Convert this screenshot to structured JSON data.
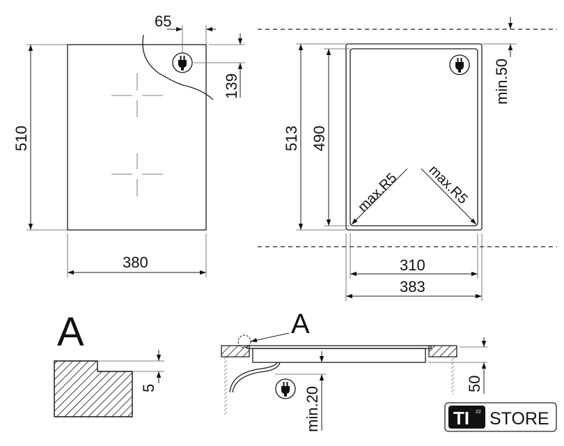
{
  "dimensions": {
    "d65": "65",
    "d139": "139",
    "d510": "510",
    "d380": "380",
    "d513": "513",
    "d490": "490",
    "min50": "min.50",
    "maxR5_left": "max.R5",
    "maxR5_right": "max.R5",
    "d310": "310",
    "d383": "383",
    "detail_label": "A",
    "d5": "5",
    "section_label": "A",
    "min20": "min.20",
    "d50": "50"
  },
  "logo": {
    "mark": "TI",
    "superscript": "22",
    "name": "STORE"
  },
  "icons": [
    "plug-icon",
    "plug-icon",
    "plug-icon"
  ]
}
